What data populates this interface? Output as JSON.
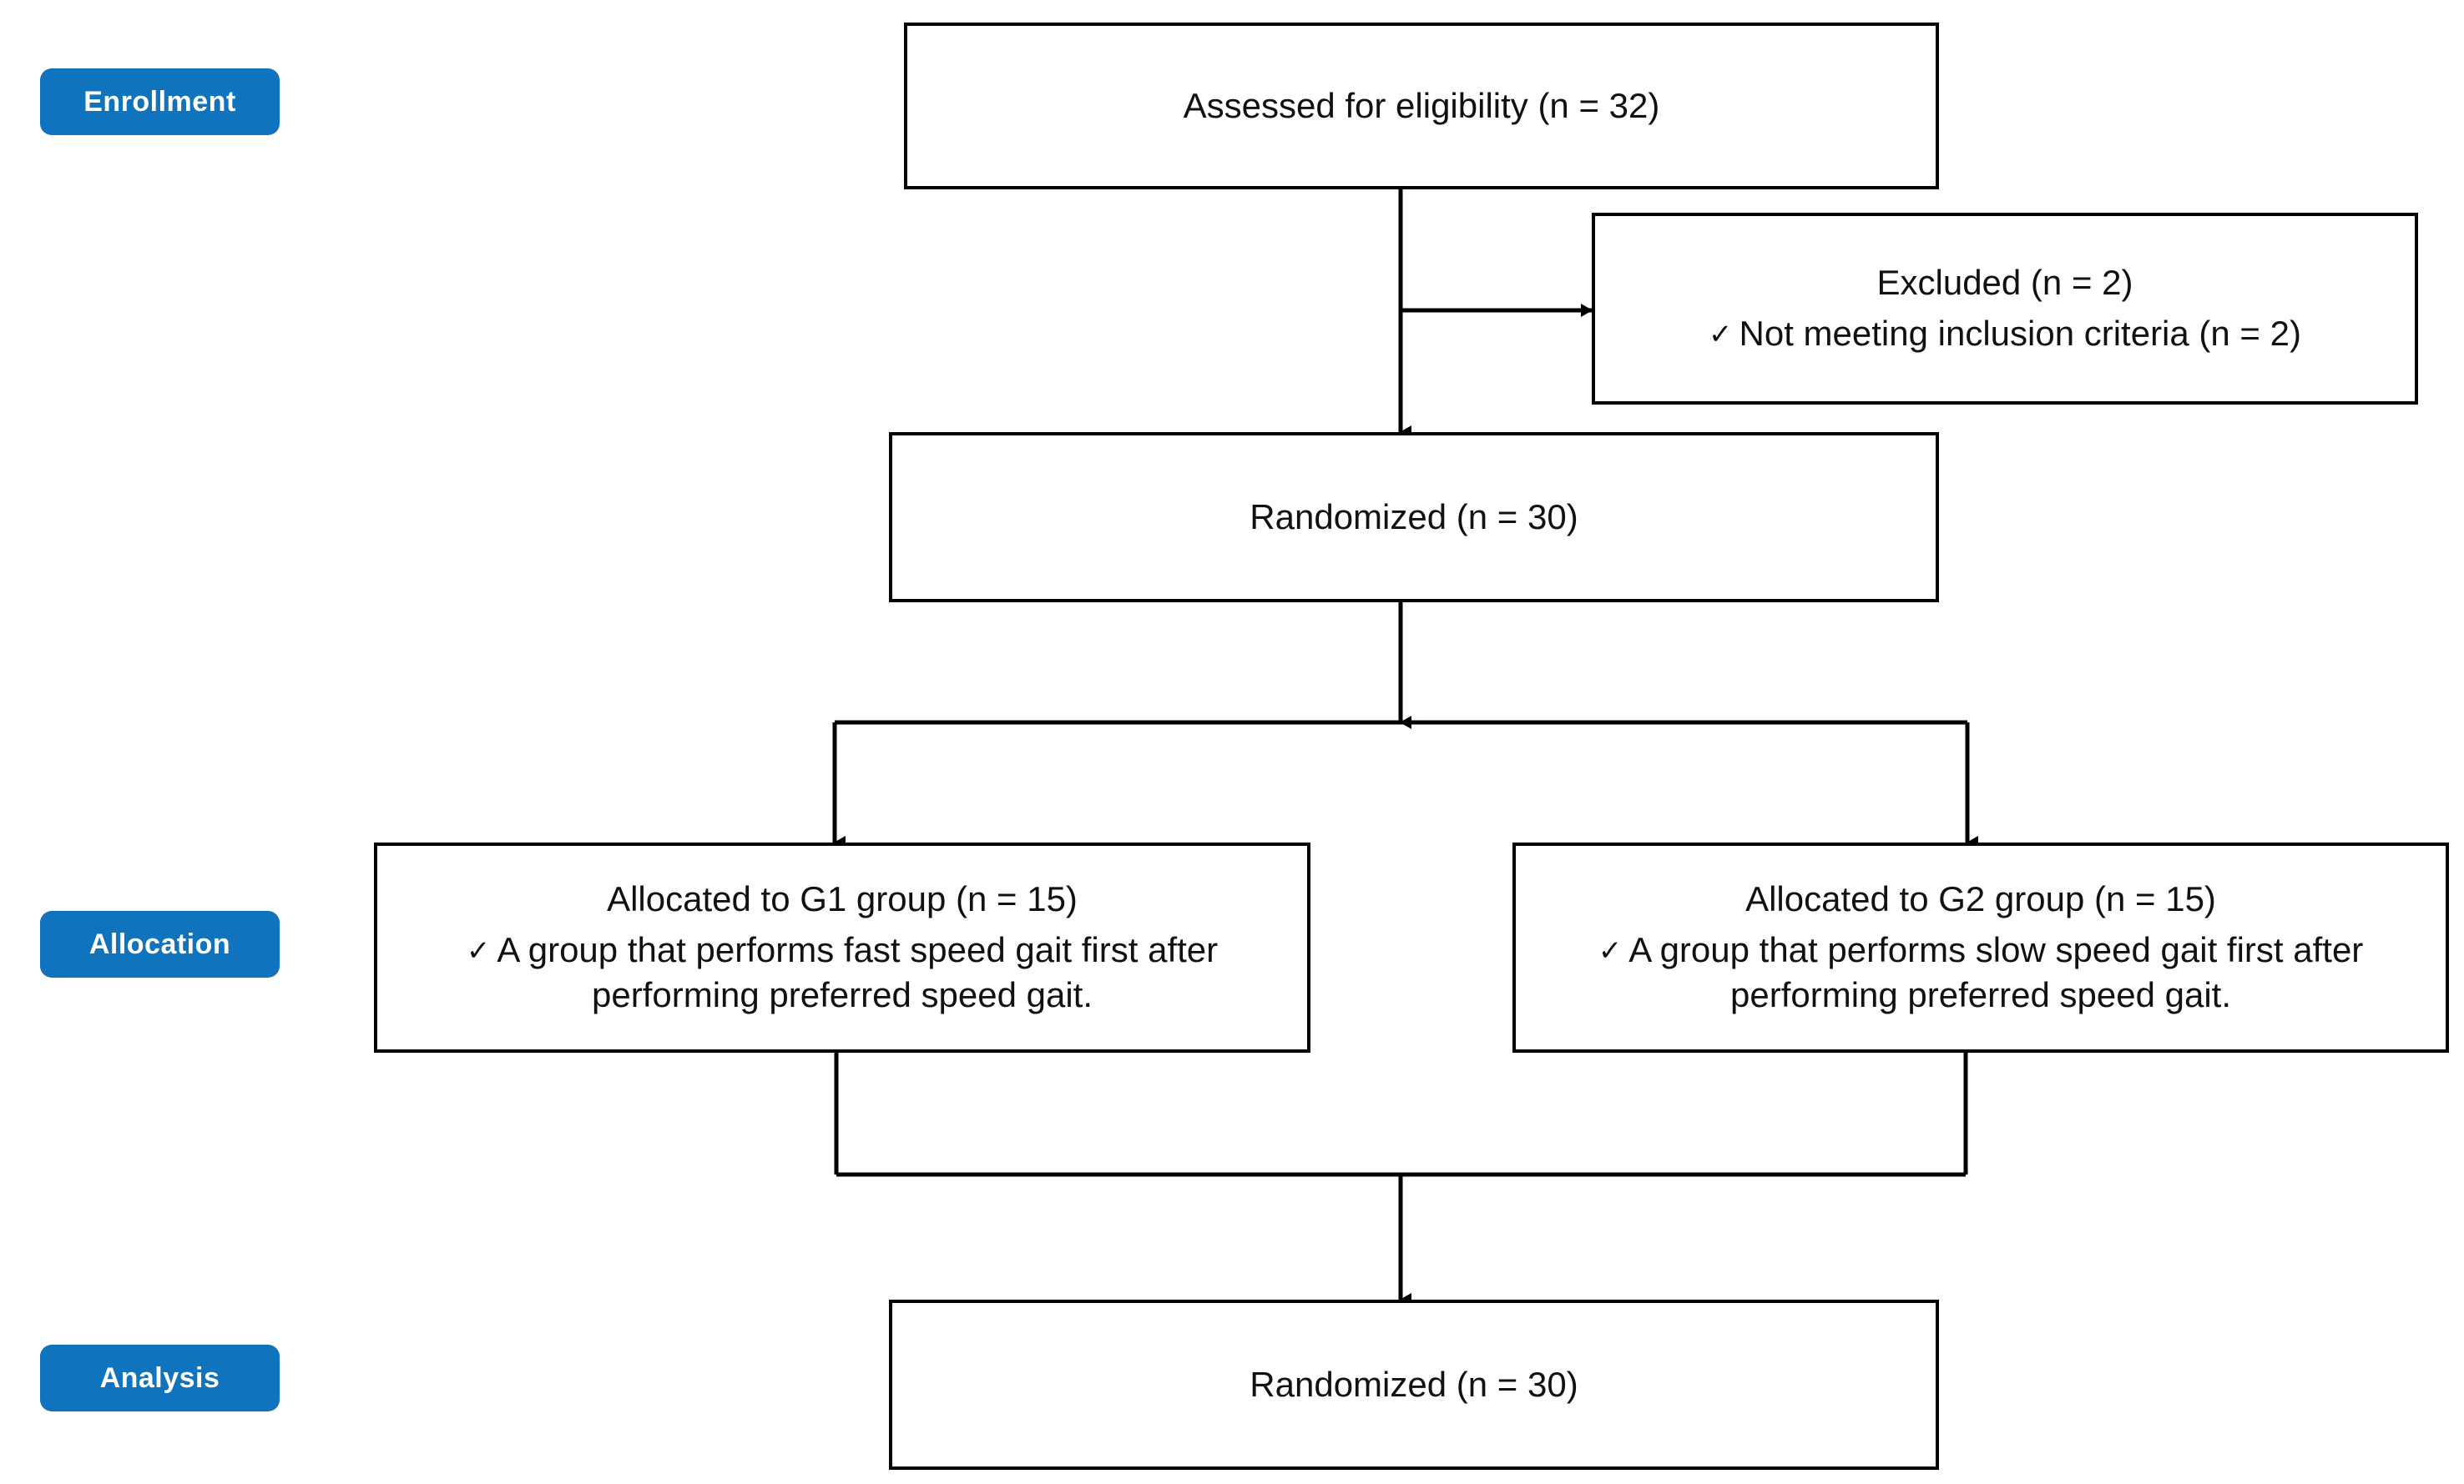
{
  "diagram": {
    "type": "CONSORT flow diagram",
    "accent_color": "#1073BD",
    "line_color": "#000000",
    "background_color": "#ffffff"
  },
  "stages": [
    {
      "id": "enrollment",
      "label": "Enrollment"
    },
    {
      "id": "allocation",
      "label": "Allocation"
    },
    {
      "id": "analysis",
      "label": "Analysis"
    }
  ],
  "boxes": {
    "assessed": {
      "title": "Assessed for eligibility (n = 32)"
    },
    "excluded": {
      "title": "Excluded (n = 2)",
      "bullet_glyph": "✓",
      "detail": "Not meeting inclusion criteria (n = 2)"
    },
    "randomized_top": {
      "title": "Randomized (n = 30)"
    },
    "allocated_g1": {
      "title": "Allocated to G1 group (n = 15)",
      "bullet_glyph": "✓",
      "detail": "A group that performs fast speed gait first after performing preferred speed gait."
    },
    "allocated_g2": {
      "title": "Allocated to G2 group (n = 15)",
      "bullet_glyph": "✓",
      "detail": "A group that performs slow speed gait first after performing preferred speed gait."
    },
    "randomized_bottom": {
      "title": "Randomized (n = 30)"
    }
  },
  "chart_data": {
    "type": "diagram",
    "title": "CONSORT participant flow",
    "nodes": [
      {
        "id": "assessed",
        "label": "Assessed for eligibility",
        "n": 32,
        "stage": "Enrollment"
      },
      {
        "id": "excluded",
        "label": "Excluded",
        "n": 2,
        "reasons": [
          {
            "label": "Not meeting inclusion criteria",
            "n": 2
          }
        ]
      },
      {
        "id": "randomized_top",
        "label": "Randomized",
        "n": 30,
        "stage": "Enrollment"
      },
      {
        "id": "allocated_g1",
        "label": "Allocated to G1 group",
        "n": 15,
        "stage": "Allocation"
      },
      {
        "id": "allocated_g2",
        "label": "Allocated to G2 group",
        "n": 15,
        "stage": "Allocation"
      },
      {
        "id": "randomized_bottom",
        "label": "Randomized",
        "n": 30,
        "stage": "Analysis"
      }
    ],
    "edges": [
      {
        "from": "assessed",
        "to": "excluded"
      },
      {
        "from": "assessed",
        "to": "randomized_top"
      },
      {
        "from": "randomized_top",
        "to": "allocated_g1"
      },
      {
        "from": "randomized_top",
        "to": "allocated_g2"
      },
      {
        "from": "allocated_g1",
        "to": "randomized_bottom"
      },
      {
        "from": "allocated_g2",
        "to": "randomized_bottom"
      }
    ]
  }
}
